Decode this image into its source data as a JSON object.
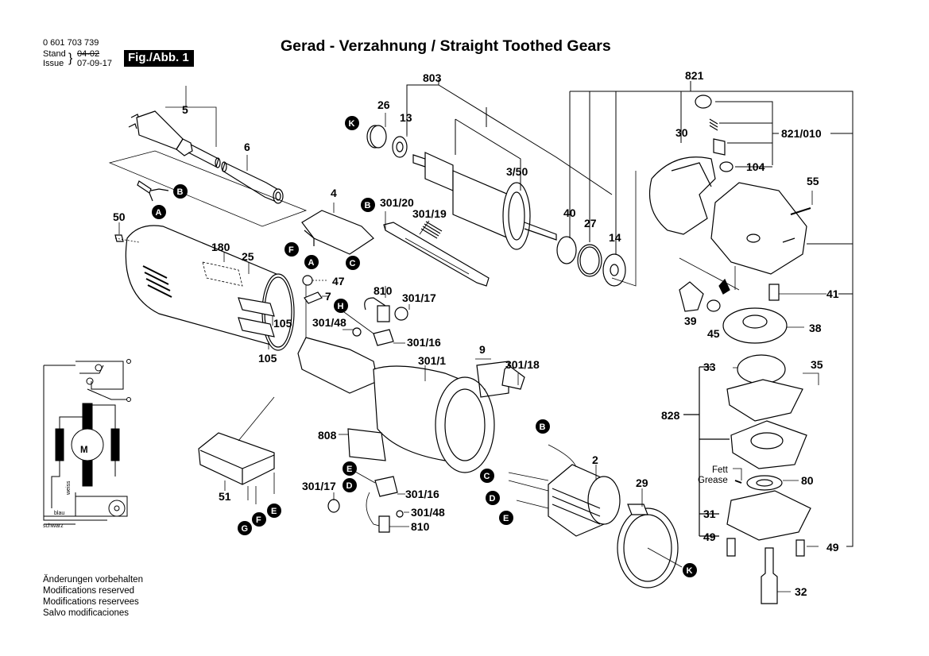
{
  "header": {
    "part_number": "0 601 703 739",
    "stand_label": "Stand",
    "issue_label": "Issue",
    "stand_value": "04-02",
    "issue_value": "07-09-17",
    "figure_label": "Fig./Abb. 1",
    "title": "Gerad - Verzahnung / Straight Toothed Gears"
  },
  "notes": [
    "Änderungen vorbehalten",
    "Modifications reserved",
    "Modifications reservees",
    "Salvo modificaciones"
  ],
  "wiring": {
    "motor_label": "M",
    "wire_white": "weiss",
    "wire_blue": "blau",
    "wire_black": "schwarz"
  },
  "grease_label": {
    "de": "Fett",
    "en": "Grease"
  },
  "part_labels": {
    "p5": "5",
    "p6": "6",
    "p50": "50",
    "p180": "180",
    "p25": "25",
    "p105a": "105",
    "p105b": "105",
    "p4": "4",
    "p301_20": "301/20",
    "p301_19": "301/19",
    "p803": "803",
    "p26": "26",
    "p13": "13",
    "p3_50": "3/50",
    "p40": "40",
    "p27": "27",
    "p14": "14",
    "p821": "821",
    "p30": "30",
    "p821_010": "821/010",
    "p104": "104",
    "p55": "55",
    "p41": "41",
    "p39": "39",
    "p45": "45",
    "p38": "38",
    "p47": "47",
    "p7": "7",
    "p810a": "810",
    "p301_17a": "301/17",
    "p301_48a": "301/48",
    "p301_16a": "301/16",
    "p9": "9",
    "p301_1": "301/1",
    "p301_18": "301/18",
    "p33": "33",
    "p35": "35",
    "p828": "828",
    "p80": "80",
    "p31": "31",
    "p49a": "49",
    "p49b": "49",
    "p32": "32",
    "p808": "808",
    "p301_17b": "301/17",
    "p301_16b": "301/16",
    "p301_48b": "301/48",
    "p810b": "810",
    "p51": "51",
    "p2": "2",
    "p29": "29"
  },
  "connector_bubbles": {
    "b1": "B",
    "a1": "A",
    "b2": "B",
    "f1": "F",
    "a2": "A",
    "c1": "C",
    "k1": "K",
    "h1": "H",
    "e1": "E",
    "d1": "D",
    "g1": "G",
    "f2": "F",
    "e2": "E",
    "b3": "B",
    "c2": "C",
    "d2": "D",
    "e3": "E",
    "k2": "K"
  }
}
